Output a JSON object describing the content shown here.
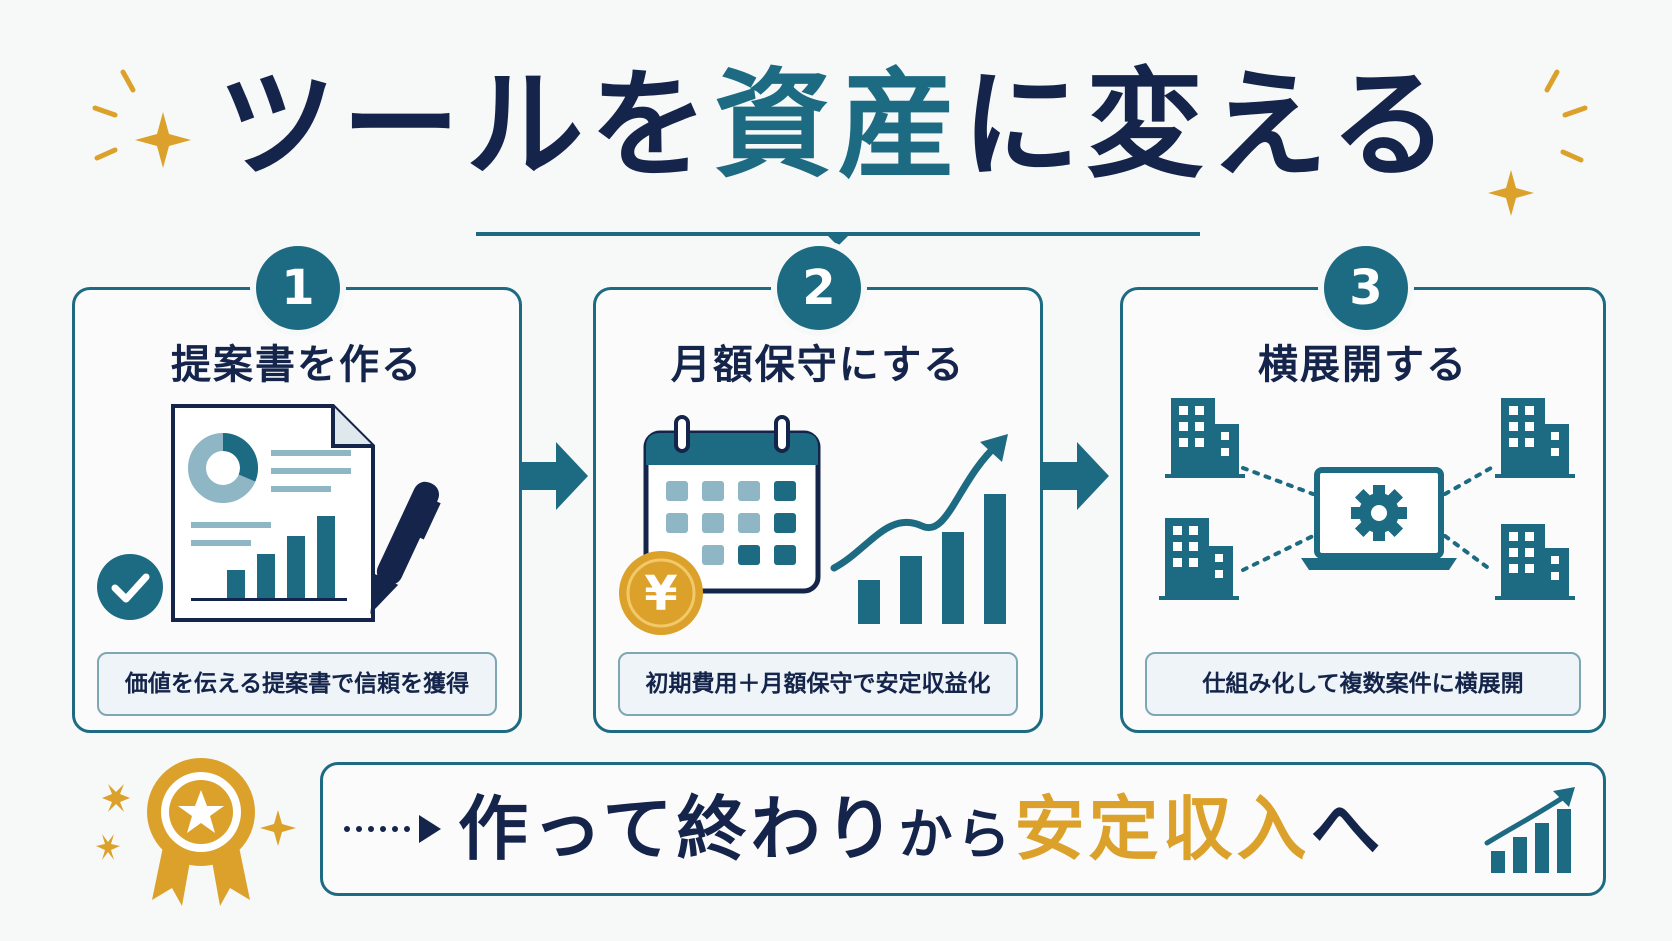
{
  "title": {
    "part1": "ツールを",
    "accent": "資産",
    "part2": "に変える"
  },
  "steps": [
    {
      "number": "1",
      "title": "提案書を作る",
      "caption": "価値を伝える提案書で信頼を獲得"
    },
    {
      "number": "2",
      "title": "月額保守にする",
      "caption": "初期費用＋月額保守で安定収益化"
    },
    {
      "number": "3",
      "title": "横展開する",
      "caption": "仕組み化して複数案件に横展開"
    }
  ],
  "banner": {
    "part1": "作って終わり",
    "part2": "から",
    "accent": "安定収入",
    "part3": "へ"
  },
  "icons": {
    "yen_symbol": "¥"
  },
  "colors": {
    "navy": "#14244a",
    "teal": "#1d6b82",
    "light_teal": "#8fb6c4",
    "gold": "#dba12a"
  }
}
